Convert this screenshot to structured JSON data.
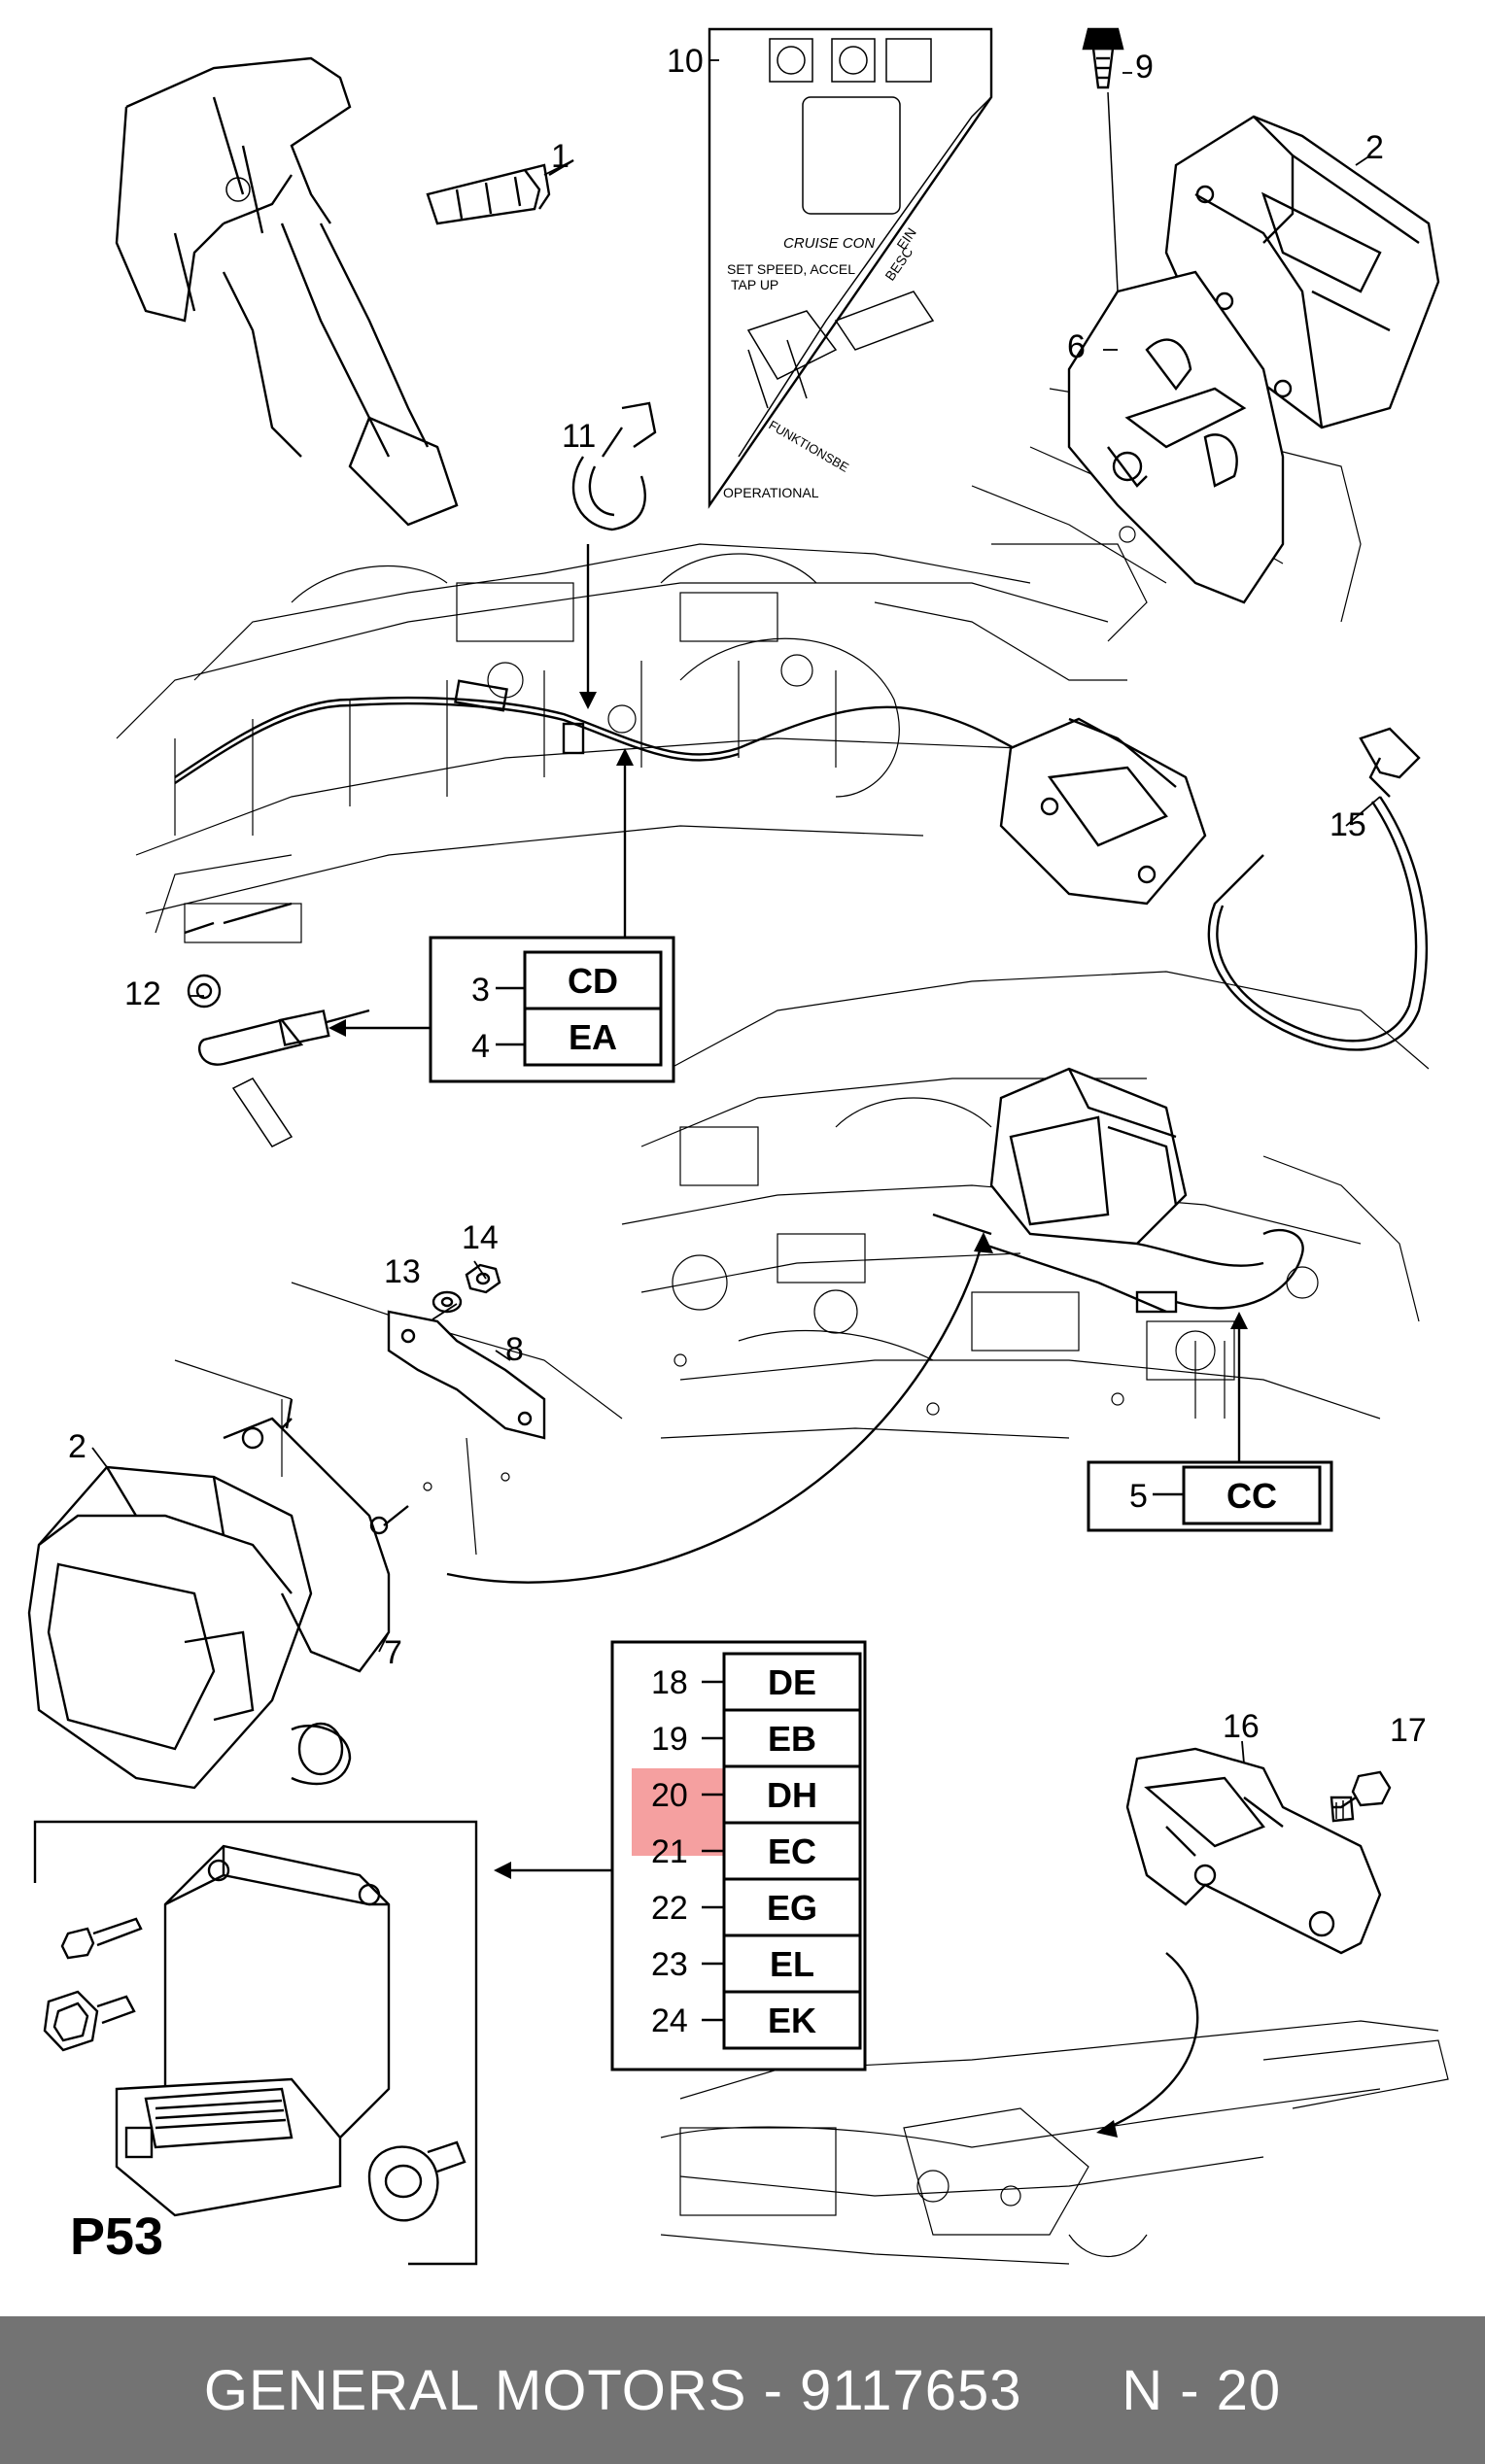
{
  "callouts": {
    "c1": "1",
    "c2a": "2",
    "c2b": "2",
    "c3": "3",
    "c4": "4",
    "c5": "5",
    "c6": "6",
    "c7": "7",
    "c8": "8",
    "c9": "9",
    "c10": "10",
    "c11": "11",
    "c12": "12",
    "c13": "13",
    "c14": "14",
    "c15": "15",
    "c16": "16",
    "c17": "17"
  },
  "codes": {
    "cd": "CD",
    "ea": "EA",
    "cc": "CC"
  },
  "code_table": [
    {
      "num": "18",
      "code": "DE"
    },
    {
      "num": "19",
      "code": "EB"
    },
    {
      "num": "20",
      "code": "DH"
    },
    {
      "num": "21",
      "code": "EC"
    },
    {
      "num": "22",
      "code": "EG"
    },
    {
      "num": "23",
      "code": "EL"
    },
    {
      "num": "24",
      "code": "EK"
    }
  ],
  "highlight_color": "#f5a0a0",
  "inset_label": "P53",
  "placard": {
    "line1": "CRUISE  CON",
    "line2": "SET SPEED, ACCEL",
    "line3": "TAP UP",
    "line4": "OPERATIONAL",
    "line5": "FUNKTIONSBE",
    "line6": "EIN",
    "line7": "BESC"
  },
  "footer": "GENERAL MOTORS - 9117653      N - 20"
}
